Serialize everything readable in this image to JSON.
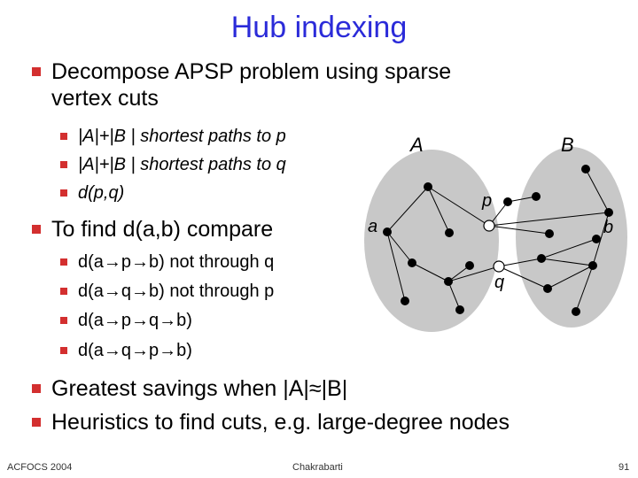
{
  "slide": {
    "title": "Hub indexing",
    "bullets": [
      {
        "text": "Decompose APSP problem using sparse vertex cuts",
        "line1": "Decompose APSP problem using sparse",
        "line2": "vertex cuts"
      },
      {
        "sub": [
          "|A|+|B | shortest paths to p",
          "|A|+|B | shortest paths to q",
          "d(p,q)"
        ]
      },
      {
        "text": "To find d(a,b) compare"
      },
      {
        "sub": [
          "d(a→p→b) not through q",
          "d(a→q→b) not through p",
          "d(a→p→q→b)",
          "d(a→q→p→b)"
        ]
      },
      {
        "text": "Greatest savings when |A|≈|B|"
      },
      {
        "text": "Heuristics to find cuts, e.g. large-degree nodes"
      }
    ],
    "colors": {
      "title": "#2b2bd9",
      "bullet": "#d32f2f",
      "ellipse": "#c8c8c8"
    }
  },
  "diagram": {
    "labels": {
      "set_a": "A",
      "set_b": "B",
      "hub_p": "p",
      "hub_q": "q",
      "node_a": "a",
      "node_b": "b"
    }
  },
  "footer": {
    "left": "ACFOCS 2004",
    "center": "Chakrabarti",
    "page": "91"
  }
}
